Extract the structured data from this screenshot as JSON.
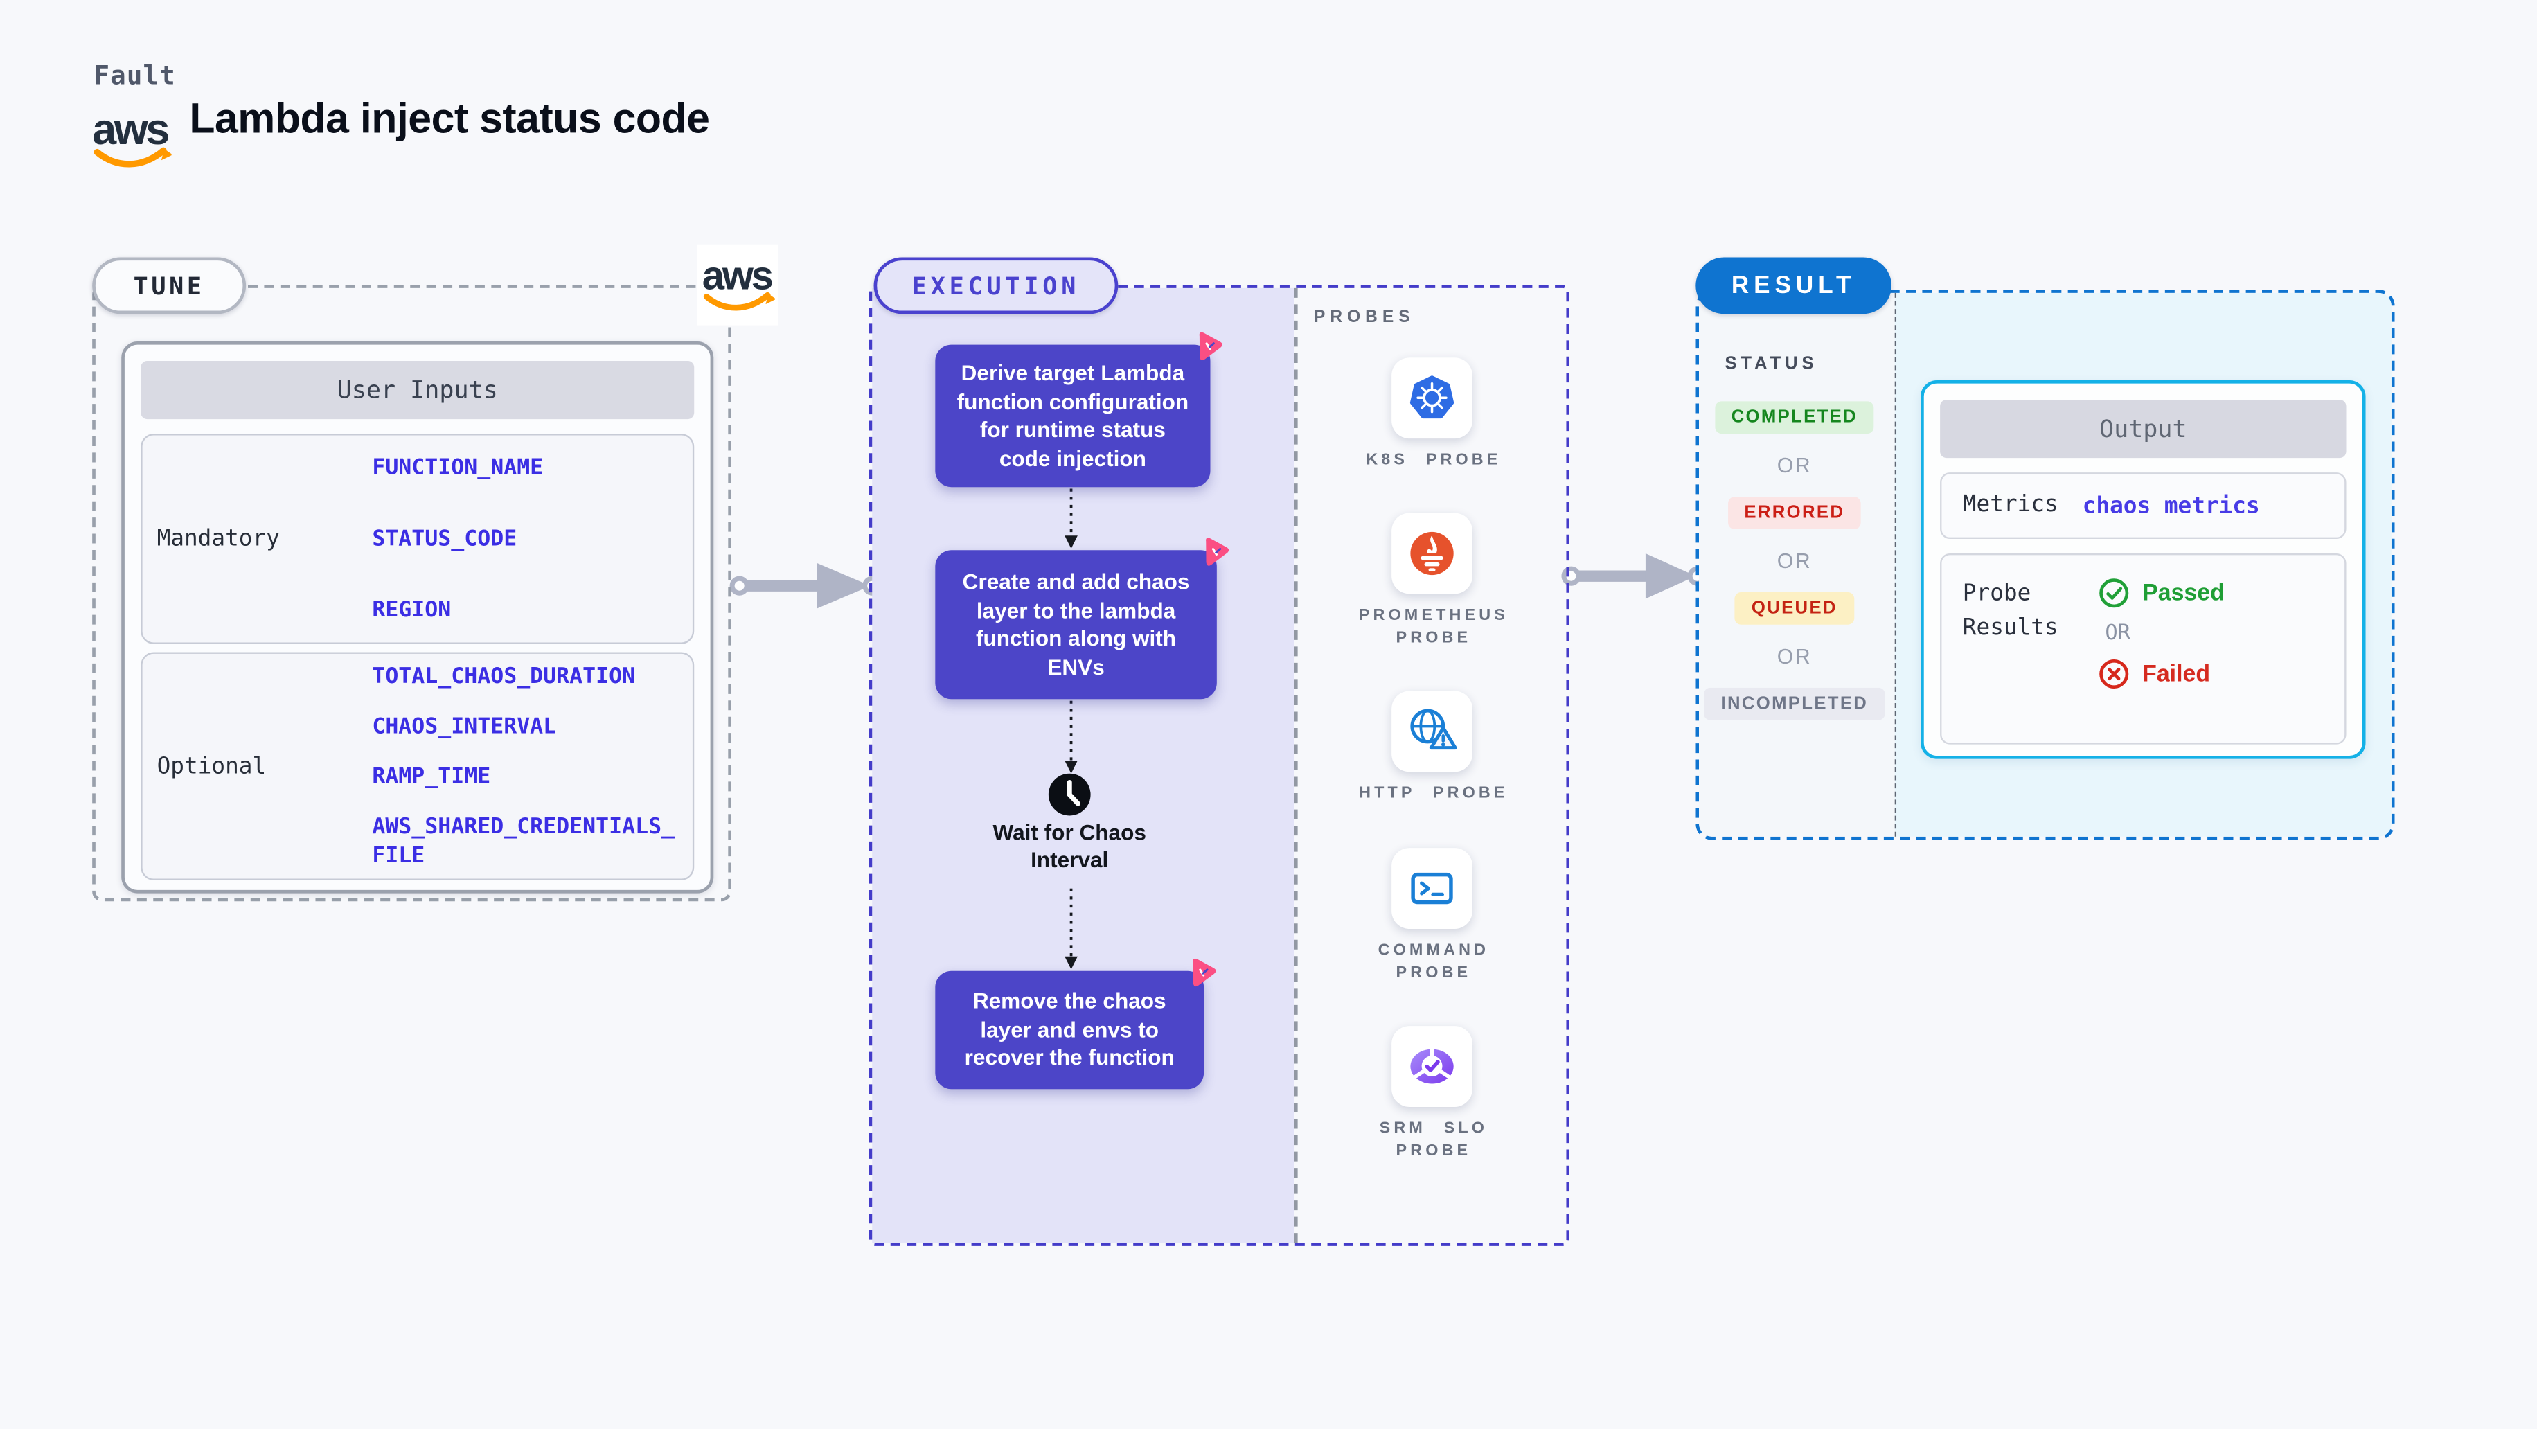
{
  "header": {
    "eyebrow": "Fault",
    "title": "Lambda inject status code",
    "aws_logo_text": "aws"
  },
  "tune": {
    "label": "TUNE",
    "table": {
      "header": "User Inputs",
      "rows": [
        {
          "label": "Mandatory",
          "params": [
            "FUNCTION_NAME",
            "STATUS_CODE",
            "REGION"
          ]
        },
        {
          "label": "Optional",
          "params": [
            "TOTAL_CHAOS_DURATION",
            "CHAOS_INTERVAL",
            "RAMP_TIME",
            "AWS_SHARED_CREDENTIALS_FILE"
          ]
        }
      ]
    }
  },
  "execution": {
    "label": "EXECUTION",
    "steps": [
      "Derive target Lambda function configuration for runtime status code injection",
      "Create and add chaos layer to the lambda function along with ENVs",
      "Remove the chaos layer and envs to recover the function"
    ],
    "wait_label": "Wait for Chaos Interval"
  },
  "probes": {
    "label": "PROBES",
    "items": [
      {
        "name": "K8S PROBE",
        "icon": "kubernetes-icon"
      },
      {
        "name": "PROMETHEUS PROBE",
        "icon": "prometheus-icon"
      },
      {
        "name": "HTTP PROBE",
        "icon": "http-globe-warning-icon"
      },
      {
        "name": "COMMAND PROBE",
        "icon": "terminal-icon"
      },
      {
        "name": "SRM SLO PROBE",
        "icon": "slo-donut-check-icon"
      }
    ]
  },
  "result": {
    "label": "RESULT",
    "status": {
      "label": "STATUS",
      "separator": "OR",
      "badges": [
        {
          "text": "COMPLETED",
          "fg": "#15861E",
          "bg": "#DCF2DC"
        },
        {
          "text": "ERRORED",
          "fg": "#CB1F16",
          "bg": "#FBE5E5"
        },
        {
          "text": "QUEUED",
          "fg": "#C42313",
          "bg": "#FCF0C4"
        },
        {
          "text": "INCOMPLETED",
          "fg": "#6F7688",
          "bg": "#E9EAF1"
        }
      ]
    },
    "output": {
      "header": "Output",
      "metrics_label": "Metrics",
      "metrics_value": "chaos metrics",
      "probe_results_label": "Probe Results",
      "passed": "Passed",
      "failed": "Failed",
      "separator": "OR"
    }
  },
  "colors": {
    "page_bg": "#F7F8FB",
    "tune_border": "#99A0AB",
    "execution_border": "#443CC9",
    "execution_fill": "#E3E3F8",
    "step_box": "#4C45C8",
    "param_text": "#3B2EE4",
    "result_border": "#0F74D0",
    "result_pill": "#0F74D0",
    "output_border": "#14B1E7",
    "output_area_fill": "#E8F6FC",
    "aws_orange": "#FF9900",
    "aws_navy": "#232F3E",
    "litmus_pink": "#FB4F83",
    "passed_green": "#1F9E35",
    "failed_red": "#D52B20",
    "arrow_gray": "#AFB4C6"
  }
}
